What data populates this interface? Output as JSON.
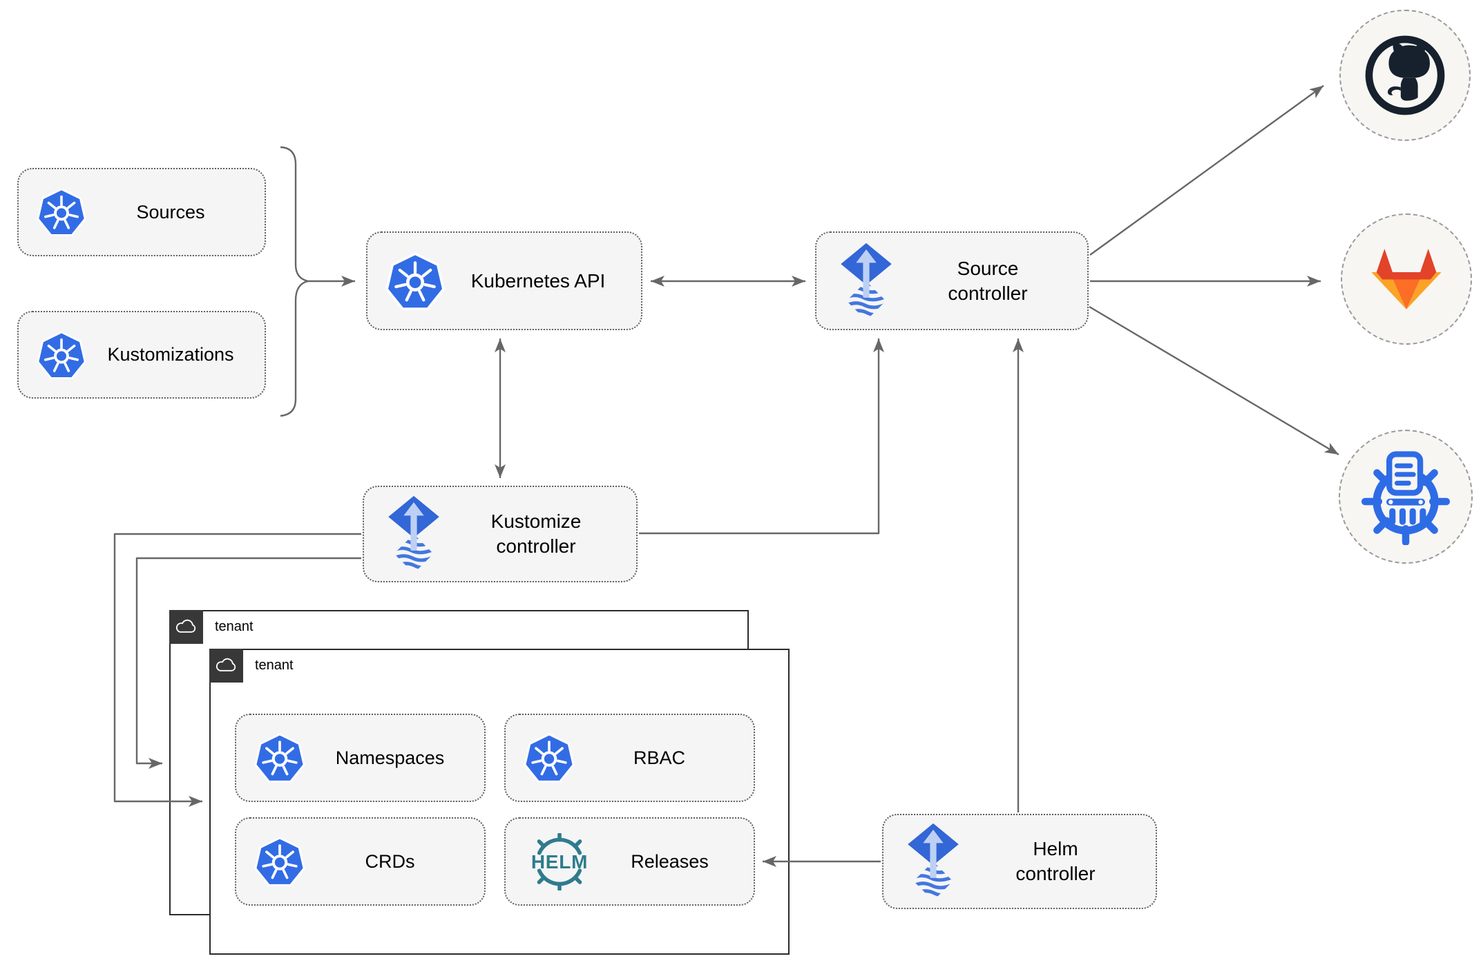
{
  "nodes": {
    "sources": {
      "label": "Sources"
    },
    "kustomizations": {
      "label": "Kustomizations"
    },
    "kubernetes_api": {
      "label": "Kubernetes API"
    },
    "source_controller": {
      "line1": "Source",
      "line2": "controller"
    },
    "kustomize_controller": {
      "line1": "Kustomize",
      "line2": "controller"
    },
    "helm_controller": {
      "line1": "Helm",
      "line2": "controller"
    },
    "tenant_back": {
      "label": "tenant"
    },
    "tenant_front": {
      "label": "tenant"
    },
    "namespaces": {
      "label": "Namespaces"
    },
    "rbac": {
      "label": "RBAC"
    },
    "crds": {
      "label": "CRDs"
    },
    "releases": {
      "label": "Releases"
    },
    "helm_logo_text": "HELM"
  },
  "icons": {
    "kubernetes": "kubernetes-wheel-icon",
    "flux": "flux-icon",
    "helm": "helm-wheel-icon",
    "cloud": "cloud-icon",
    "github": "github-icon",
    "gitlab": "gitlab-icon",
    "chartmuseum": "chartmuseum-icon"
  },
  "colors": {
    "kubernetes_blue": "#326ce5",
    "flux_blue": "#3366d6",
    "flux_arrow_light": "#bdd0f4",
    "helm_teal": "#2f7b8e",
    "github_dark": "#16212d",
    "gitlab_dark_orange": "#e24329",
    "gitlab_orange": "#fc6d26",
    "gitlab_light_orange": "#fca326",
    "chartmuseum_blue": "#2e6ce6",
    "node_fill": "#f5f5f5",
    "node_border": "#5e5e5e",
    "connector_gray": "#676767",
    "tenant_border": "#2b2b2b",
    "tenant_tab_bg": "#383838",
    "circle_fill": "#f7f6f3",
    "circle_border": "#9a9a9a"
  }
}
